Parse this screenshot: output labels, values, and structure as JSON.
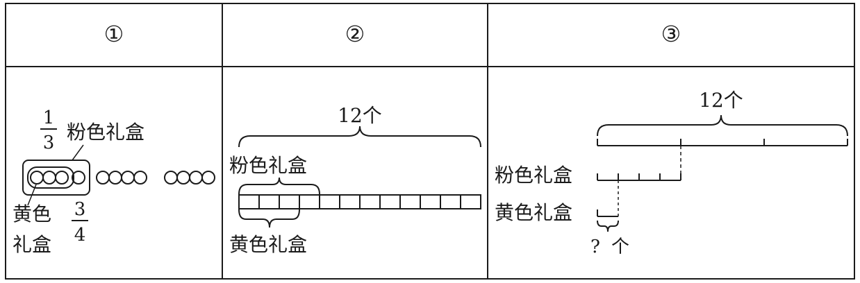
{
  "headers": [
    "①",
    "②",
    "③"
  ],
  "panel1": {
    "pink_fraction": {
      "numerator": "1",
      "denominator": "3"
    },
    "pink_label": "粉色礼盒",
    "yellow_label_line1": "黄色",
    "yellow_label_line2": "礼盒",
    "yellow_fraction": {
      "numerator": "3",
      "denominator": "4"
    }
  },
  "panel2": {
    "total_label": "12个",
    "pink_label": "粉色礼盒",
    "yellow_label": "黄色礼盒",
    "cell_count": 12
  },
  "panel3": {
    "total_label": "12个",
    "pink_label": "粉色礼盒",
    "yellow_label": "黄色礼盒",
    "question_mark": "?",
    "unit": "个"
  },
  "colors": {
    "ink": "#1a1a1a",
    "background": "#ffffff"
  }
}
